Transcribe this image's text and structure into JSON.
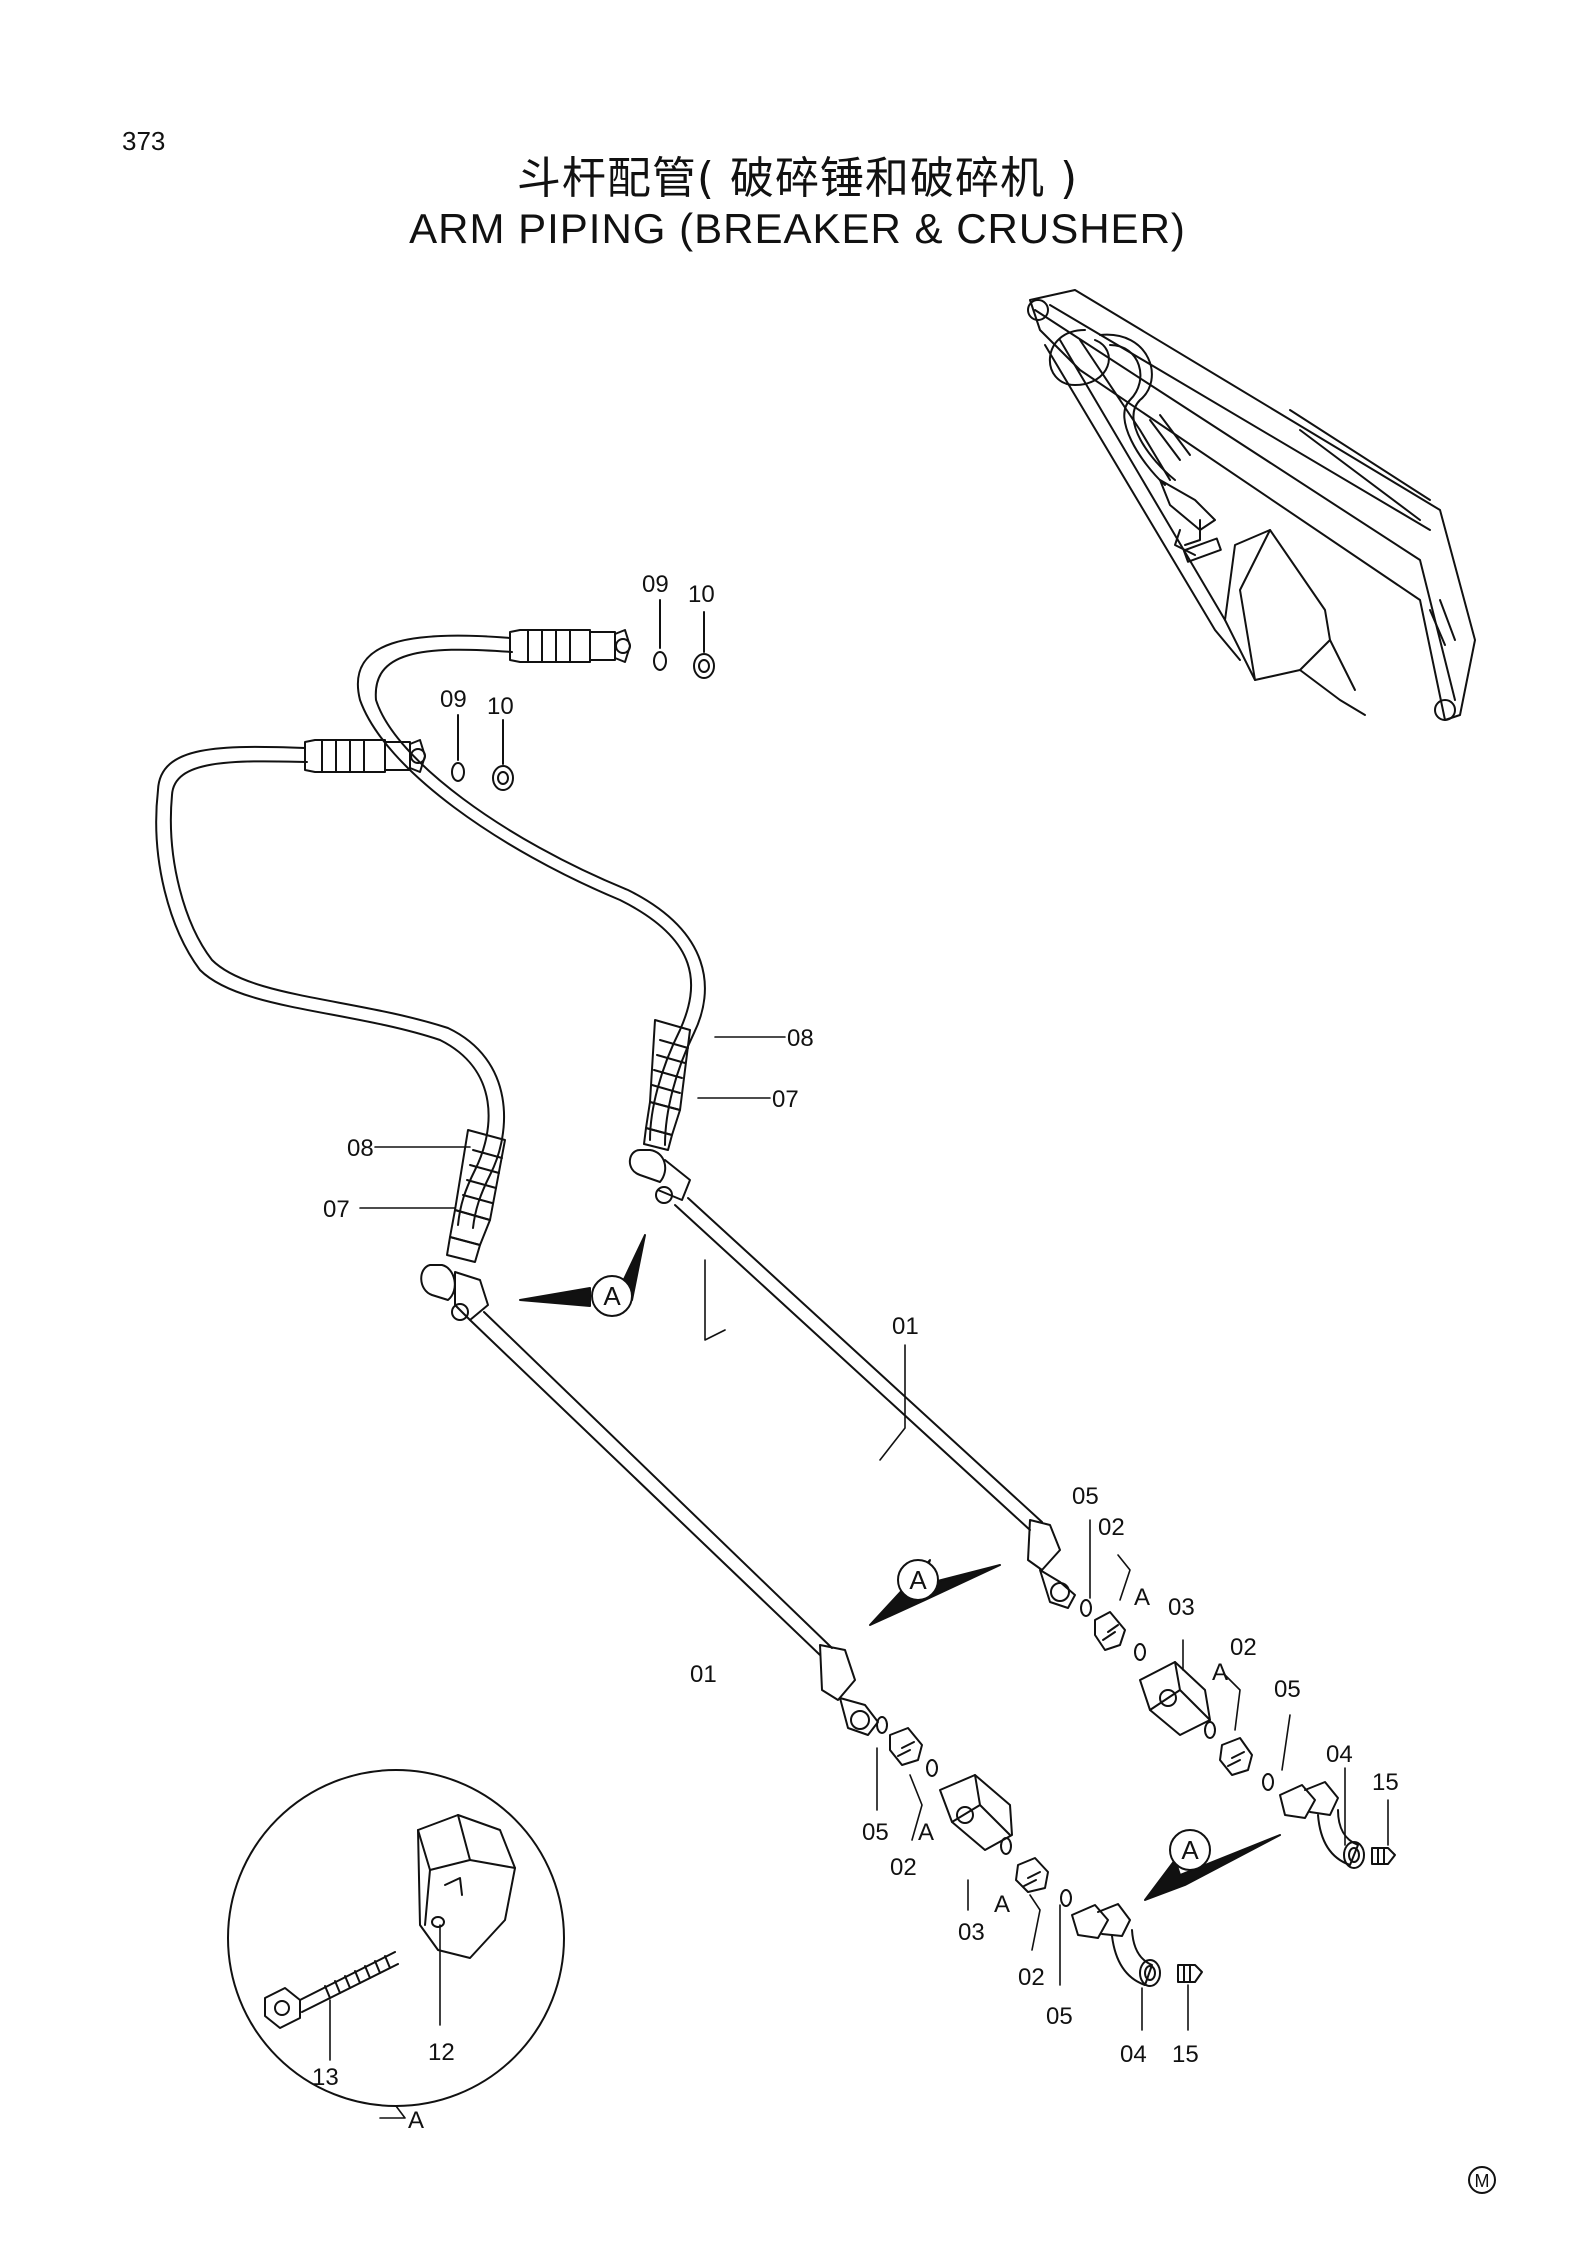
{
  "page_number": "373",
  "title_zh": "斗杆配管( 破碎锤和破碎机 )",
  "title_en": "ARM  PIPING  (BREAKER & CRUSHER)",
  "view_marker": "A",
  "corner_mark": "M",
  "labels": {
    "p01": "01",
    "p02": "02",
    "p03": "03",
    "p04": "04",
    "p05": "05",
    "p07": "07",
    "p08": "08",
    "p09": "09",
    "p10": "10",
    "p12": "12",
    "p13": "13",
    "p15": "15"
  }
}
